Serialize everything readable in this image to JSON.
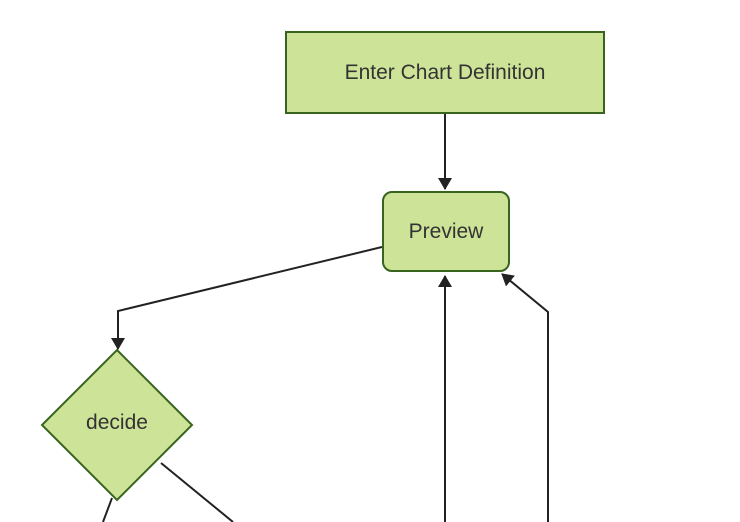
{
  "diagram": {
    "type": "flowchart",
    "background": "#ffffff",
    "palette": {
      "node_fill": "#cde498",
      "node_border": "#38641f",
      "edge_color": "#222222",
      "text_color": "#333333"
    },
    "nodes": [
      {
        "id": "enter-chart-definition",
        "label": "Enter Chart Definition",
        "shape": "rectangle"
      },
      {
        "id": "preview",
        "label": "Preview",
        "shape": "rounded-rectangle"
      },
      {
        "id": "decide",
        "label": "decide",
        "shape": "diamond"
      }
    ],
    "edges": [
      {
        "from": "enter-chart-definition",
        "to": "preview",
        "arrow": true
      },
      {
        "from": "preview",
        "to": "decide",
        "arrow": true
      },
      {
        "from": "offscreen-bottom",
        "to": "preview",
        "arrow": true
      },
      {
        "from": "offscreen-bottom-right",
        "to": "preview",
        "arrow": true
      },
      {
        "from": "decide",
        "to": "offscreen-bottom-left",
        "arrow": false
      },
      {
        "from": "decide",
        "to": "offscreen-bottom-right",
        "arrow": false
      }
    ]
  }
}
